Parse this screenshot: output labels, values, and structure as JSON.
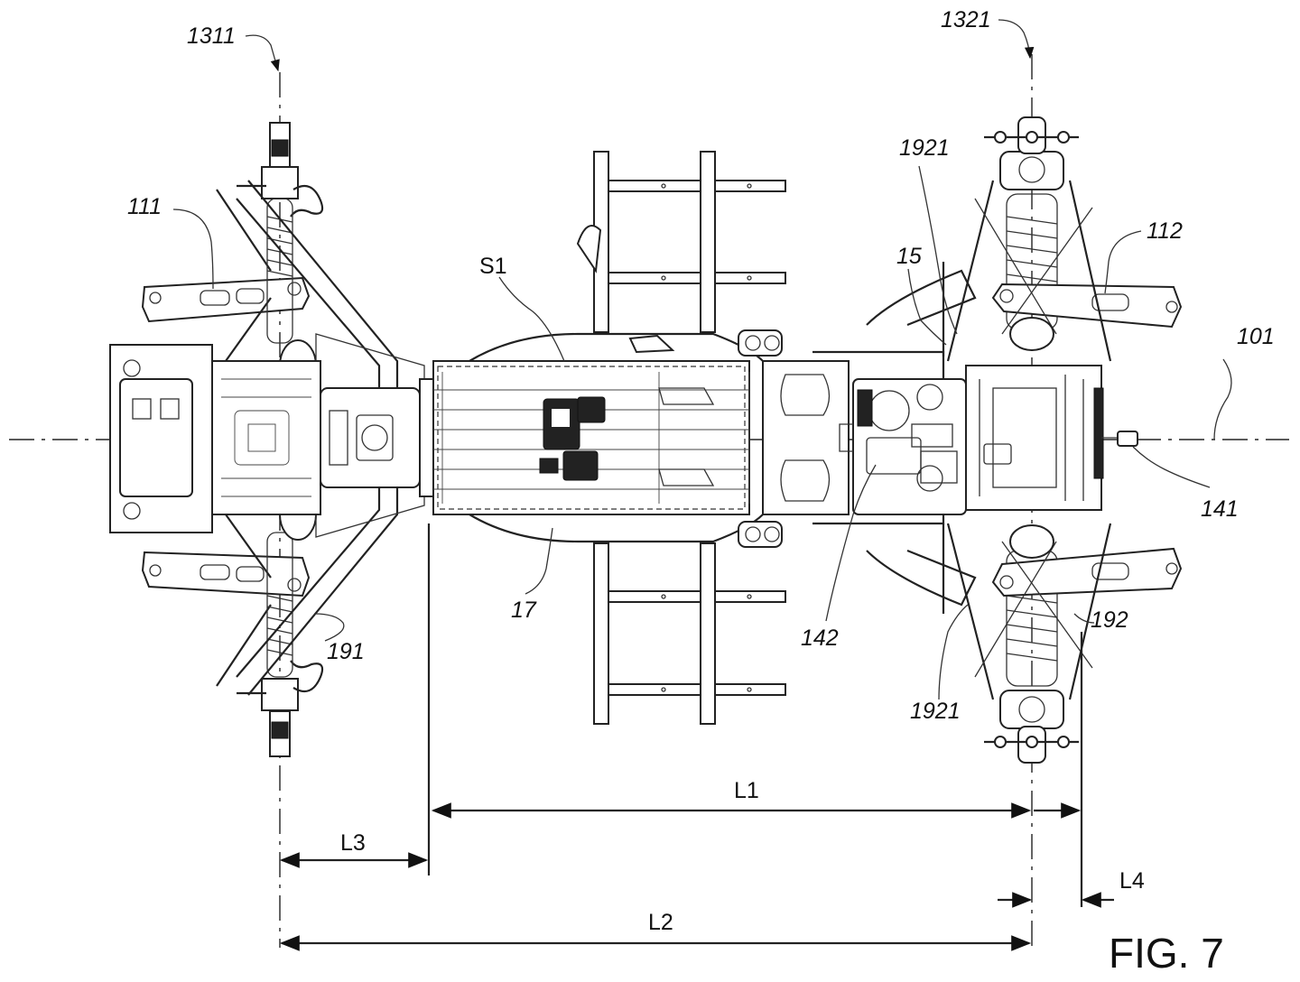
{
  "figure": {
    "title": "FIG. 7",
    "reference_labels": {
      "l1311": "1311",
      "l1321": "1321",
      "l1921_top": "1921",
      "l1921_bottom": "1921",
      "l111": "111",
      "l112": "112",
      "l15": "15",
      "lS1": "S1",
      "l101": "101",
      "l141": "141",
      "l142": "142",
      "l17": "17",
      "l191": "191",
      "l192": "192"
    },
    "dimensions": {
      "L1": "L1",
      "L2": "L2",
      "L3": "L3",
      "L4": "L4"
    }
  }
}
